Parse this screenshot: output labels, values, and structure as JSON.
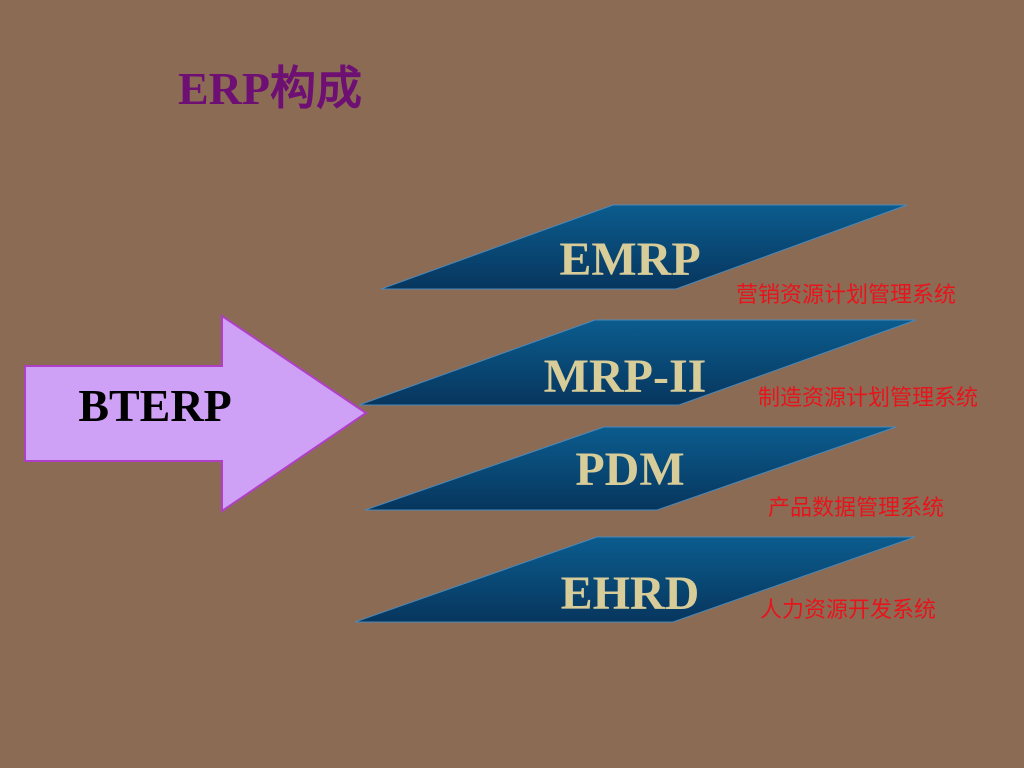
{
  "title": "ERP构成",
  "source": {
    "label": "BTERP"
  },
  "components": [
    {
      "abbr": "EMRP",
      "desc": "营销资源计划管理系统"
    },
    {
      "abbr": "MRP-II",
      "desc": "制造资源计划管理系统"
    },
    {
      "abbr": "PDM",
      "desc": "产品数据管理系统"
    },
    {
      "abbr": "EHRD",
      "desc": "人力资源开发系统"
    }
  ],
  "colors": {
    "background": "#8C6B55",
    "title": "#6E0F73",
    "arrow_fill": "#CFA1F6",
    "arrow_stroke": "#B03FC7",
    "band_dark": "#07365E",
    "band_mid": "#0B5C8E",
    "band_label": "#D8CC98",
    "desc": "#E8141C"
  }
}
